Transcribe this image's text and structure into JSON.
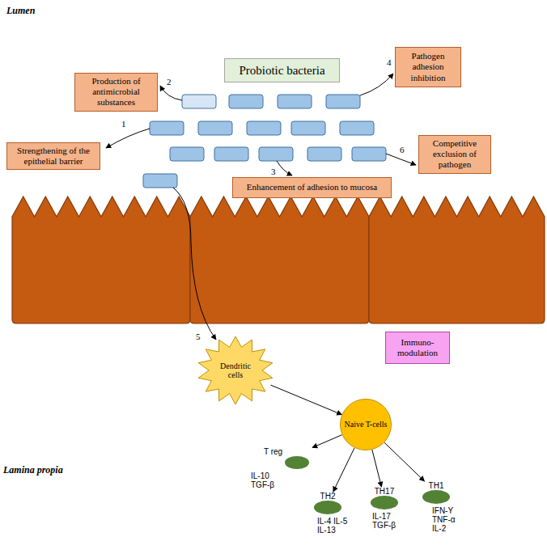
{
  "diagram": {
    "nodes": [
      {
        "text": [
          "Probiotic bacteria"
        ]
      },
      {
        "text": [
          "Production of antimicrobial substances"
        ]
      },
      {
        "text": [
          "Pathogen adhesion inhibition"
        ]
      },
      {
        "text": [
          "Strengthening of the epithelial barrier"
        ]
      },
      {
        "text": [
          "Competitive exclusion of pathogen"
        ]
      },
      {
        "text": [
          "Enhancement of adhesion to mucosa"
        ]
      },
      {
        "text": [
          "Immuno- modulation"
        ]
      },
      {
        "text": [
          "Dendritic cells"
        ]
      },
      {
        "text": [
          "Naive T-cells"
        ]
      },
      {
        "text": [
          "T reg",
          "IL-10 TGF-β"
        ]
      },
      {
        "text": [
          "TH2",
          "IL-4 IL-5 IL-13"
        ]
      },
      {
        "text": [
          "TH17",
          "IL-17 TGF-β"
        ]
      },
      {
        "text": [
          "TH1",
          "IFN-Y TNF-α IL-2"
        ]
      }
    ],
    "edges": [
      {
        "from": 7,
        "to": 8,
        "arrow": "to"
      },
      {
        "from": 8,
        "to": 9,
        "arrow": "to"
      },
      {
        "from": 8,
        "to": 10,
        "arrow": "to"
      },
      {
        "from": 8,
        "to": 11,
        "arrow": "to"
      },
      {
        "from": 8,
        "to": 12,
        "arrow": "to"
      }
    ],
    "labels": [
      "Lumen",
      "1",
      "2",
      "3",
      "4",
      "5",
      "6",
      "Lamina propia"
    ]
  }
}
